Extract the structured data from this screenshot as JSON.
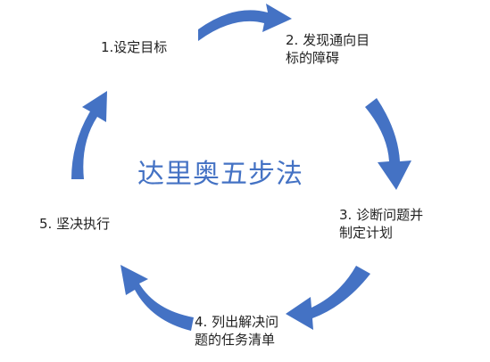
{
  "diagram": {
    "title": "达里奥五步法",
    "colors": {
      "arrow": "#4472C4",
      "title": "#4472C4",
      "text": "#222222"
    },
    "steps": [
      {
        "lines": [
          "1.设定目标"
        ]
      },
      {
        "lines": [
          "2. 发现通向目",
          "标的障碍"
        ]
      },
      {
        "lines": [
          "3. 诊断问题并",
          "制定计划"
        ]
      },
      {
        "lines": [
          "4. 列出解决问",
          "题的任务清单"
        ]
      },
      {
        "lines": [
          "5. 坚决执行"
        ]
      }
    ]
  }
}
